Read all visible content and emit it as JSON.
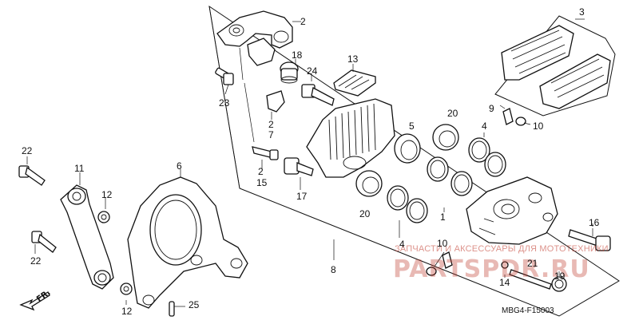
{
  "diagram": {
    "callouts": [
      {
        "id": "c1",
        "text": "1"
      },
      {
        "id": "c2a",
        "text": "2"
      },
      {
        "id": "c2b",
        "text": "2"
      },
      {
        "id": "c2c",
        "text": "2"
      },
      {
        "id": "c3",
        "text": "3"
      },
      {
        "id": "c4a",
        "text": "4"
      },
      {
        "id": "c4b",
        "text": "4"
      },
      {
        "id": "c5",
        "text": "5"
      },
      {
        "id": "c6",
        "text": "6"
      },
      {
        "id": "c7",
        "text": "7"
      },
      {
        "id": "c8",
        "text": "8"
      },
      {
        "id": "c9",
        "text": "9"
      },
      {
        "id": "c10a",
        "text": "10"
      },
      {
        "id": "c10b",
        "text": "10"
      },
      {
        "id": "c11",
        "text": "11"
      },
      {
        "id": "c12a",
        "text": "12"
      },
      {
        "id": "c12b",
        "text": "12"
      },
      {
        "id": "c13",
        "text": "13"
      },
      {
        "id": "c14",
        "text": "14"
      },
      {
        "id": "c15",
        "text": "15"
      },
      {
        "id": "c16",
        "text": "16"
      },
      {
        "id": "c17",
        "text": "17"
      },
      {
        "id": "c18",
        "text": "18"
      },
      {
        "id": "c19",
        "text": "19"
      },
      {
        "id": "c20a",
        "text": "20"
      },
      {
        "id": "c20b",
        "text": "20"
      },
      {
        "id": "c21",
        "text": "21"
      },
      {
        "id": "c22a",
        "text": "22"
      },
      {
        "id": "c22b",
        "text": "22"
      },
      {
        "id": "c23",
        "text": "23"
      },
      {
        "id": "c24",
        "text": "24"
      },
      {
        "id": "c25",
        "text": "25"
      }
    ],
    "direction_label": "FR.",
    "drawing_code": "MBG4-F15003"
  },
  "watermark": {
    "text": "ЗАПЧАСТИ И АКСЕССУАРЫ ДЛЯ МОТОТЕХНИКИ",
    "brand": "PARTSPDR.RU"
  }
}
